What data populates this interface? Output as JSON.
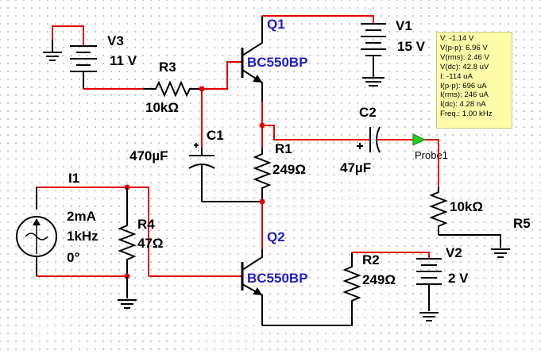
{
  "components": {
    "q1": {
      "ref": "Q1",
      "model": "BC550BP"
    },
    "q2": {
      "ref": "Q2",
      "model": "BC550BP"
    },
    "v1": {
      "ref": "V1",
      "value": "15 V"
    },
    "v2": {
      "ref": "V2",
      "value": "2 V"
    },
    "v3": {
      "ref": "V3",
      "value": "11 V"
    },
    "r1": {
      "ref": "R1",
      "value": "249Ω"
    },
    "r2": {
      "ref": "R2",
      "value": "249Ω"
    },
    "r3": {
      "ref": "R3",
      "value": "10kΩ"
    },
    "r4": {
      "ref": "R4",
      "value": "47Ω"
    },
    "r5": {
      "ref": "R5",
      "value": "10kΩ"
    },
    "c1": {
      "ref": "C1",
      "value": "470µF"
    },
    "c2": {
      "ref": "C2",
      "value": "47µF"
    },
    "i1": {
      "ref": "I1",
      "amplitude": "2mA",
      "frequency": "1kHz",
      "phase": "0°"
    }
  },
  "probe": {
    "name": "Probe1",
    "readings": [
      "V: -1.14 V",
      "V(p-p): 6.96 V",
      "V(rms): 2.46 V",
      "V(dc): 42.8 uV",
      "I: -114 uA",
      "I(p-p): 696 uA",
      "I(rms): 246 uA",
      "I(dc): 4.28 nA",
      "Freq.: 1.00 kHz"
    ]
  },
  "colors": {
    "wire": "#e60000",
    "transistor_label": "#1d1dc8",
    "probe_arrow": "#22cc22",
    "probe_box": "#fefca8"
  }
}
